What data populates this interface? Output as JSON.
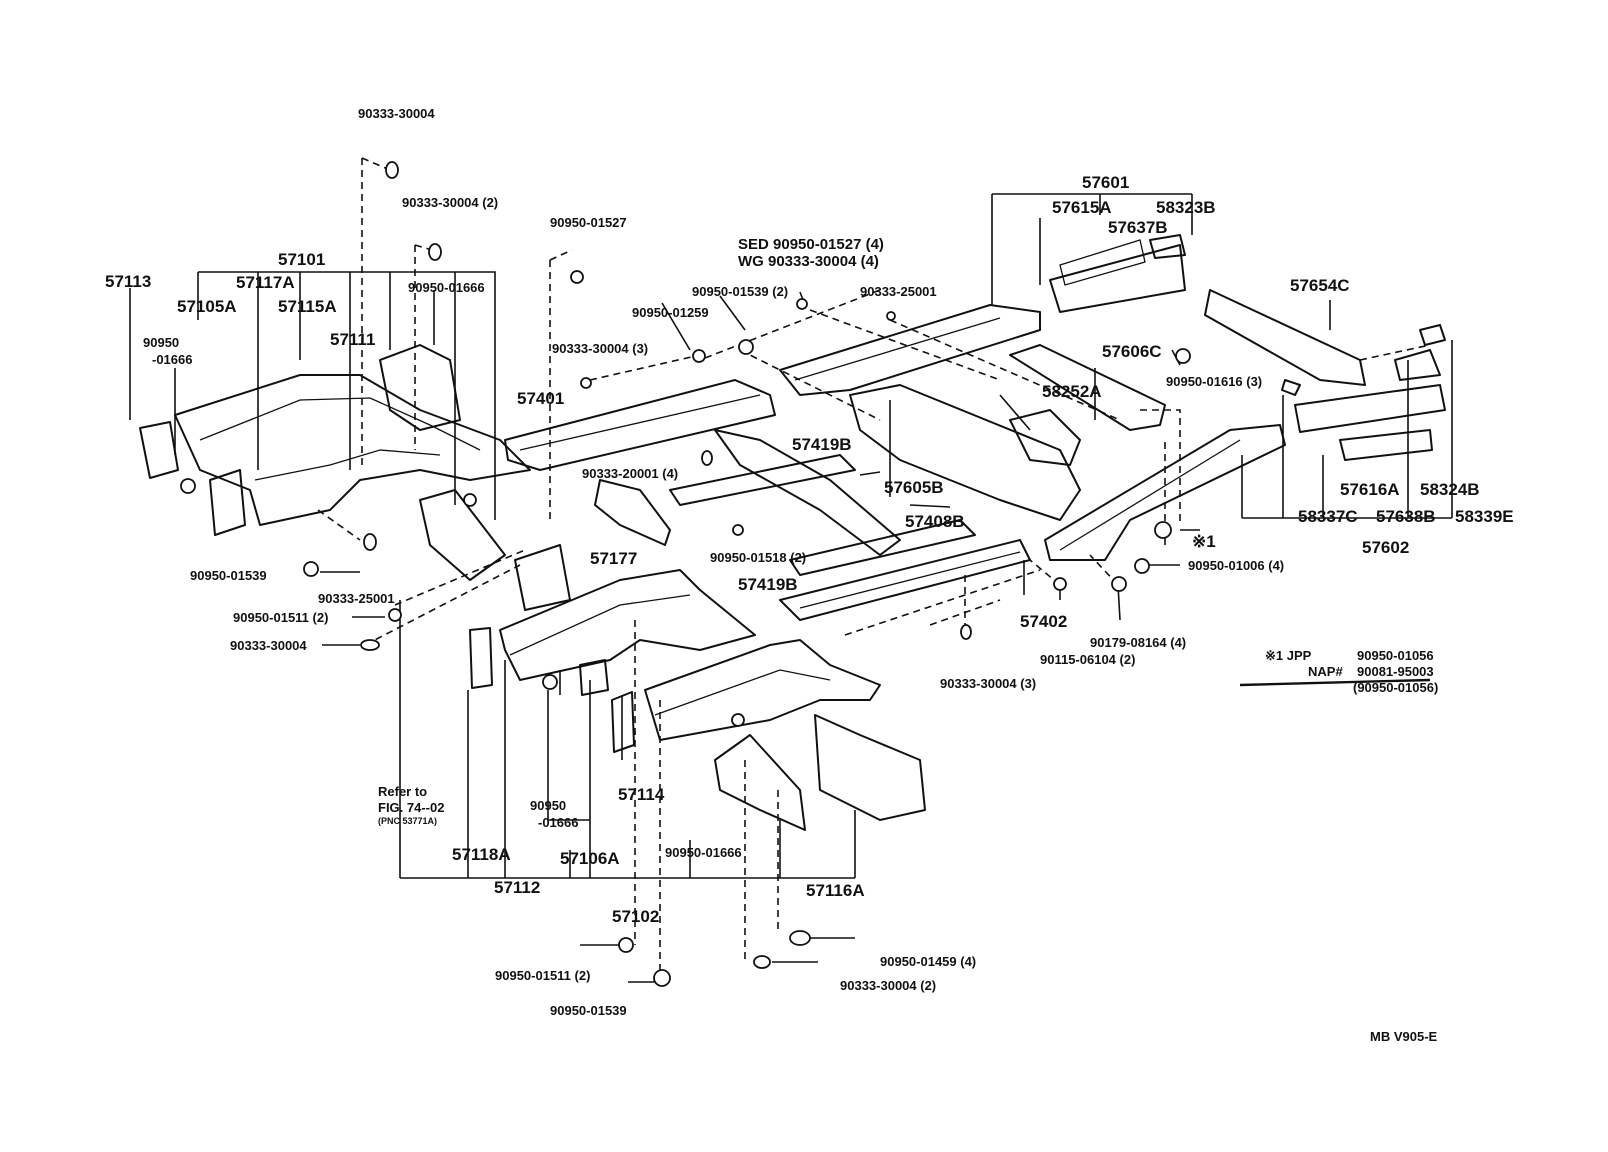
{
  "diagram": {
    "labels": {
      "p57113": "57113",
      "p57105A": "57105A",
      "p57117A": "57117A",
      "p57101": "57101",
      "p57115A": "57115A",
      "p57111": "57111",
      "p90950_01666_left_a": "90950",
      "p90950_01666_left_b": "-01666",
      "p90333_30004_top": "90333-30004",
      "p90333_30004_2_top": "90333-30004 (2)",
      "p90950_01666_top": "90950-01666",
      "p90950_01527": "90950-01527",
      "p57401": "57401",
      "p90950_01539_left": "90950-01539",
      "p90333_25001_left": "90333-25001",
      "p90950_01511_2_left": "90950-01511 (2)",
      "p90333_30004_left": "90333-30004",
      "p57177": "57177",
      "p90333_20001_4": "90333-20001 (4)",
      "p90333_30004_3_mid": "90333-30004 (3)",
      "p90950_01259": "90950-01259",
      "p90950_01539_2": "90950-01539 (2)",
      "pSED": "SED 90950-01527 (4)",
      "pWG": "WG 90333-30004 (4)",
      "p90333_25001_right": "90333-25001",
      "p57419B_top": "57419B",
      "p57605B": "57605B",
      "p57408B": "57408B",
      "p90950_01518_2": "90950-01518 (2)",
      "p57419B_bot": "57419B",
      "p57402": "57402",
      "p90333_30004_3_bot": "90333-30004 (3)",
      "p90115_06104_2": "90115-06104 (2)",
      "p90179_08164_4": "90179-08164 (4)",
      "p57601": "57601",
      "p57615A": "57615A",
      "p58323B": "58323B",
      "p57637B": "57637B",
      "p57654C": "57654C",
      "p57606C": "57606C",
      "p58252A": "58252A",
      "p90950_01616_3": "90950-01616 (3)",
      "p57616A": "57616A",
      "p58324B": "58324B",
      "p58337C": "58337C",
      "p57638B": "57638B",
      "p58339E": "58339E",
      "p57602": "57602",
      "pMark1": "※1",
      "p90950_01006_4": "90950-01006 (4)",
      "noteJPP": "※1 JPP",
      "noteJPPnum": "90950-01056",
      "noteNAP": "NAP#",
      "noteNAPnum": "90081-95003",
      "noteParen": "(90950-01056)",
      "refTo": "Refer to",
      "refFig": "FIG. 74--02",
      "refPnc": "(PNC 53771A)",
      "p57118A": "57118A",
      "p57112": "57112",
      "p90950_01666_low_a": "90950",
      "p90950_01666_low_b": "-01666",
      "p57106A": "57106A",
      "p57114": "57114",
      "p90950_01666_low": "90950-01666",
      "p57116A": "57116A",
      "p57102": "57102",
      "p90950_01511_2_bot": "90950-01511 (2)",
      "p90950_01539_bot": "90950-01539",
      "p90950_01459_4": "90950-01459 (4)",
      "p90333_30004_2_bot": "90333-30004 (2)",
      "drawingId": "MB V905-E"
    }
  }
}
